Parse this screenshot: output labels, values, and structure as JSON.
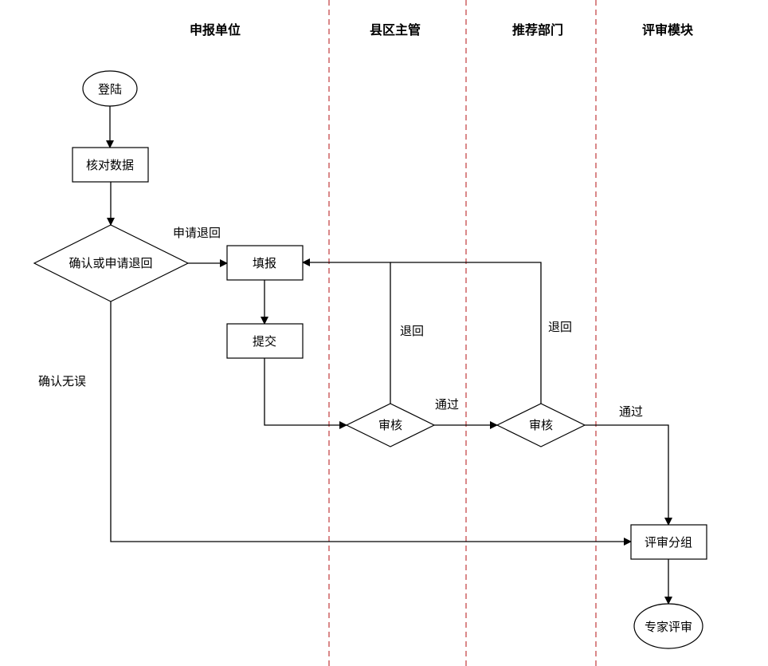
{
  "lanes": [
    {
      "id": "applicant",
      "title": "申报单位"
    },
    {
      "id": "county",
      "title": "县区主管"
    },
    {
      "id": "recommend",
      "title": "推荐部门"
    },
    {
      "id": "review",
      "title": "评审模块"
    }
  ],
  "nodes": {
    "login": {
      "label": "登陆",
      "shape": "ellipse"
    },
    "check_data": {
      "label": "核对数据",
      "shape": "rect"
    },
    "confirm_or_return": {
      "label": "确认或申请退回",
      "shape": "diamond"
    },
    "fill_in": {
      "label": "填报",
      "shape": "rect"
    },
    "submit": {
      "label": "提交",
      "shape": "rect"
    },
    "county_review": {
      "label": "审核",
      "shape": "diamond"
    },
    "dept_review": {
      "label": "审核",
      "shape": "diamond"
    },
    "group": {
      "label": "评审分组",
      "shape": "rect"
    },
    "expert_review": {
      "label": "专家评审",
      "shape": "ellipse"
    }
  },
  "edge_labels": {
    "apply_return": "申请退回",
    "confirm_ok": "确认无误",
    "return_1": "退回",
    "return_2": "退回",
    "pass_1": "通过",
    "pass_2": "通过"
  },
  "colors": {
    "lane_divider": "#c0393b",
    "stroke": "#000000",
    "background": "#ffffff"
  }
}
